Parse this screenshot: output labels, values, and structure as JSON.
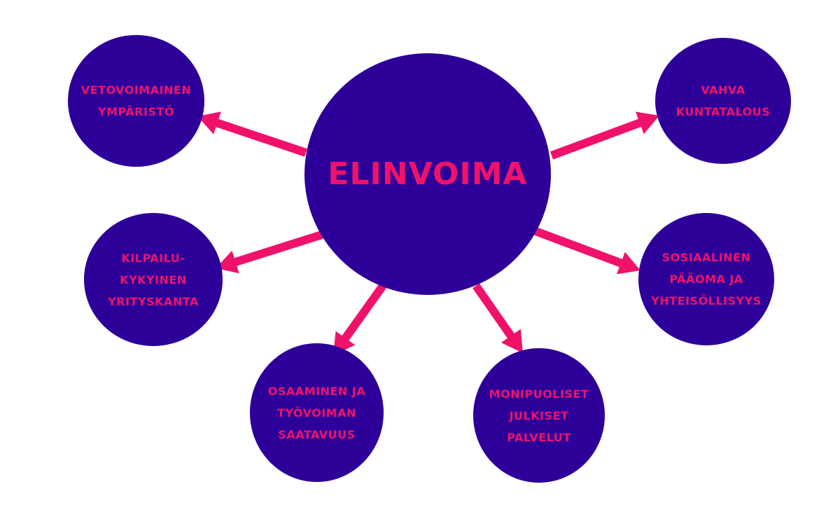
{
  "colors": {
    "circle": "#2D0099",
    "text": "#F0126A",
    "arrow": "#F0126A"
  },
  "center": {
    "label": "ELINVOIMA"
  },
  "nodes": [
    {
      "id": "vetovoimainen",
      "label": "VETOVOIMAINEN\nYMPÄRISTÖ"
    },
    {
      "id": "kuntatalous",
      "label": "VAHVA\nKUNTATALOUS"
    },
    {
      "id": "yrityskanta",
      "label": "KILPAILU-\nKYKYINEN\nYRITYSKANTA"
    },
    {
      "id": "sosiaalinen",
      "label": "SOSIAALINEN\nPÄÄOMA JA\nYHTEISÖLLISYYS"
    },
    {
      "id": "osaaminen",
      "label": "OSAAMINEN JA\nTYÖVOIMAN\nSAATAVUUS"
    },
    {
      "id": "palvelut",
      "label": "MONIPUOLISET\nJULKISET\nPALVELUT"
    }
  ]
}
